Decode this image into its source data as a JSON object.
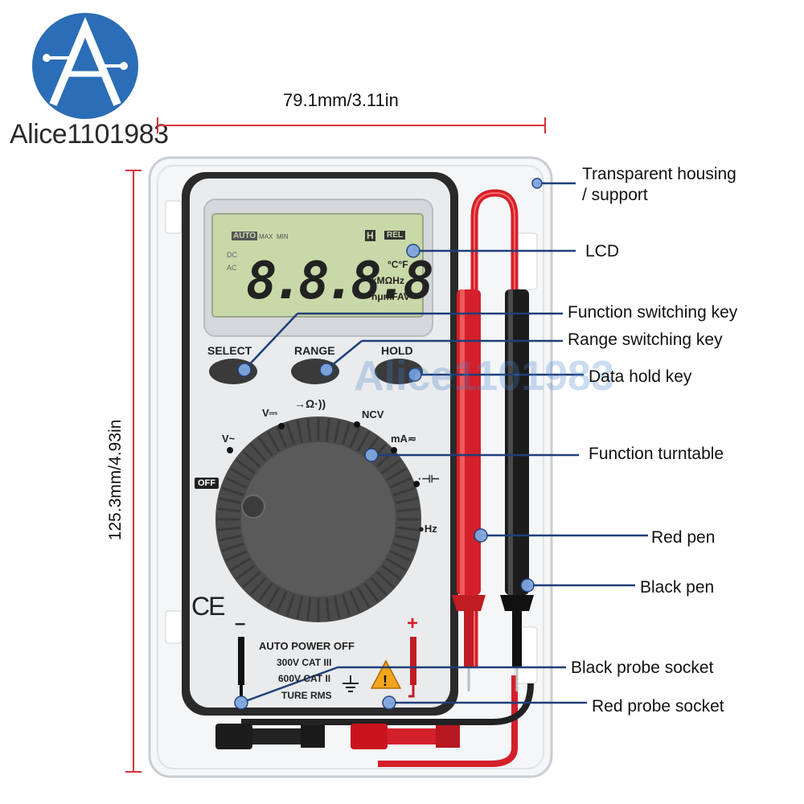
{
  "brand": {
    "logo_text": "Alice1101983",
    "logo_letter": "A",
    "watermark_text": "Alice1101983"
  },
  "dimensions": {
    "width_label": "79.1mm/3.11in",
    "height_label": "125.3mm/4.93in"
  },
  "callouts": {
    "housing_line1": "Transparent housing",
    "housing_line2": "/ support",
    "lcd": "LCD",
    "function_key": "Function switching key",
    "range_key": "Range switching key",
    "hold_key": "Data hold key",
    "turntable": "Function turntable",
    "red_pen": "Red pen",
    "black_pen": "Black pen",
    "black_socket": "Black probe socket",
    "red_socket": "Red probe socket"
  },
  "lcd": {
    "auto": "AUTO",
    "max": "MAX",
    "min": "MIN",
    "hold": "H",
    "rel": "REL",
    "dc": "DC",
    "ac": "AC",
    "digits": "8.8.8.8",
    "temp_units": "°C°F",
    "units_row1": "kMΩHz",
    "units_row2": "nμmFAV"
  },
  "keys": {
    "select": "SELECT",
    "range": "RANGE",
    "hold": "HOLD"
  },
  "dial": {
    "v_dc": "V⎓",
    "v_ac": "V~",
    "diode_ohm": "→Ω·))",
    "ncv": "NCV",
    "ma": "mA≂",
    "cap": "·⊣⊢",
    "hz": "●Hz",
    "off": "OFF"
  },
  "panel": {
    "auto_power_off": "AUTO POWER OFF",
    "cat3": "300V CAT III",
    "cat2": "600V CAT II",
    "true_rms": "TURE RMS",
    "ce": "CE",
    "minus": "–",
    "plus": "+"
  },
  "colors": {
    "accent_line": "#1f3f78",
    "dim_line": "#d6333a",
    "logo_blue": "#2b6db6",
    "probe_red": "#d4202a"
  }
}
